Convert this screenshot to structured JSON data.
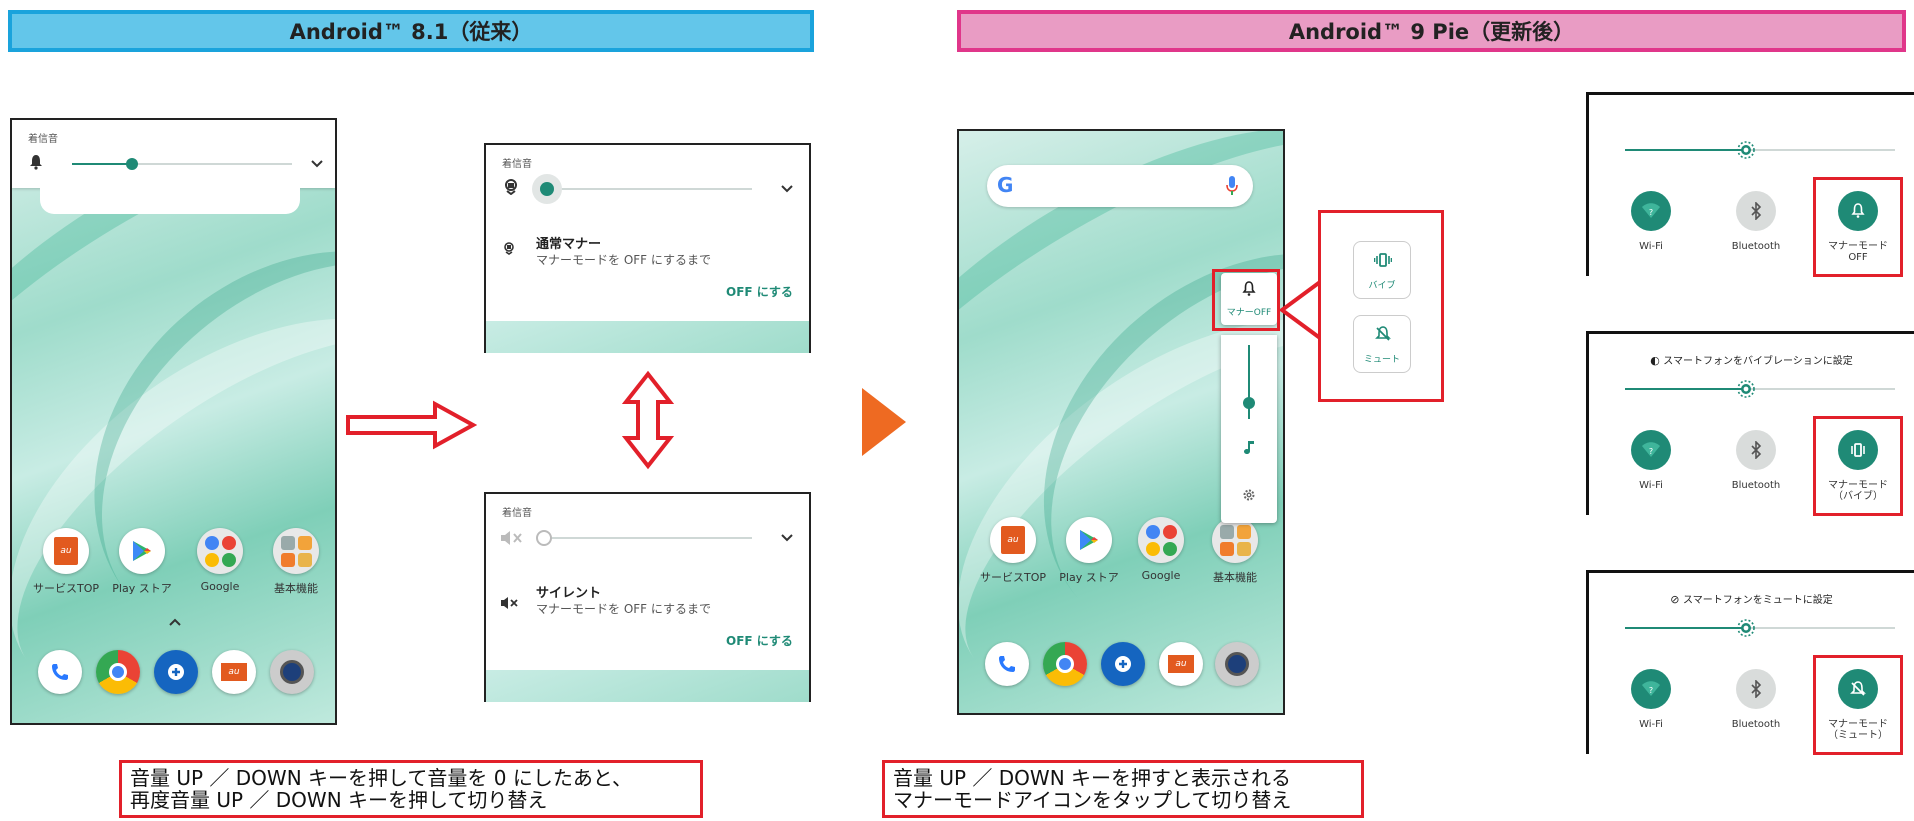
{
  "headers": {
    "old": "Android™ 8.1（従来）",
    "new": "Android™ 9 Pie（更新後）"
  },
  "colors": {
    "accent": "#1f8a76",
    "red": "#e2202a",
    "old_header": "#63c6ea",
    "new_header": "#e99cc4",
    "play_arrow": "#ee6a22"
  },
  "old_phone": {
    "ringtone_title": "着信音",
    "apps": [
      "サービスTOP",
      "Play ストア",
      "Google",
      "基本機能"
    ]
  },
  "panel_manner": {
    "title": "着信音",
    "mode": "通常マナー",
    "sub": "マナーモードを OFF にするまで",
    "off": "OFF にする"
  },
  "panel_silent": {
    "title": "着信音",
    "mode": "サイレント",
    "sub": "マナーモードを OFF にするまで",
    "off": "OFF にする"
  },
  "new_phone": {
    "apps": [
      "サービスTOP",
      "Play ストア",
      "Google",
      "基本機能"
    ],
    "manner_off": "マナーOFF",
    "vibrate": "バイブ",
    "mute": "ミュート"
  },
  "qs_panels": {
    "wifi": "Wi-Fi",
    "bluetooth": "Bluetooth",
    "p1_label_1": "マナーモード",
    "p1_label_2": "OFF",
    "p2_title": "スマートフォンをバイブレーションに設定",
    "p2_label_1": "マナーモード",
    "p2_label_2": "（バイブ）",
    "p3_title": "スマートフォンをミュートに設定",
    "p3_label_1": "マナーモード",
    "p3_label_2": "（ミュート）"
  },
  "captions": {
    "left_line1": "音量 UP ／ DOWN キーを押して音量を 0 にしたあと、",
    "left_line2": "再度音量 UP ／ DOWN キーを押して切り替え",
    "right_line1": "音量 UP ／ DOWN キーを押すと表示される",
    "right_line2": "マナーモードアイコンをタップして切り替え"
  }
}
